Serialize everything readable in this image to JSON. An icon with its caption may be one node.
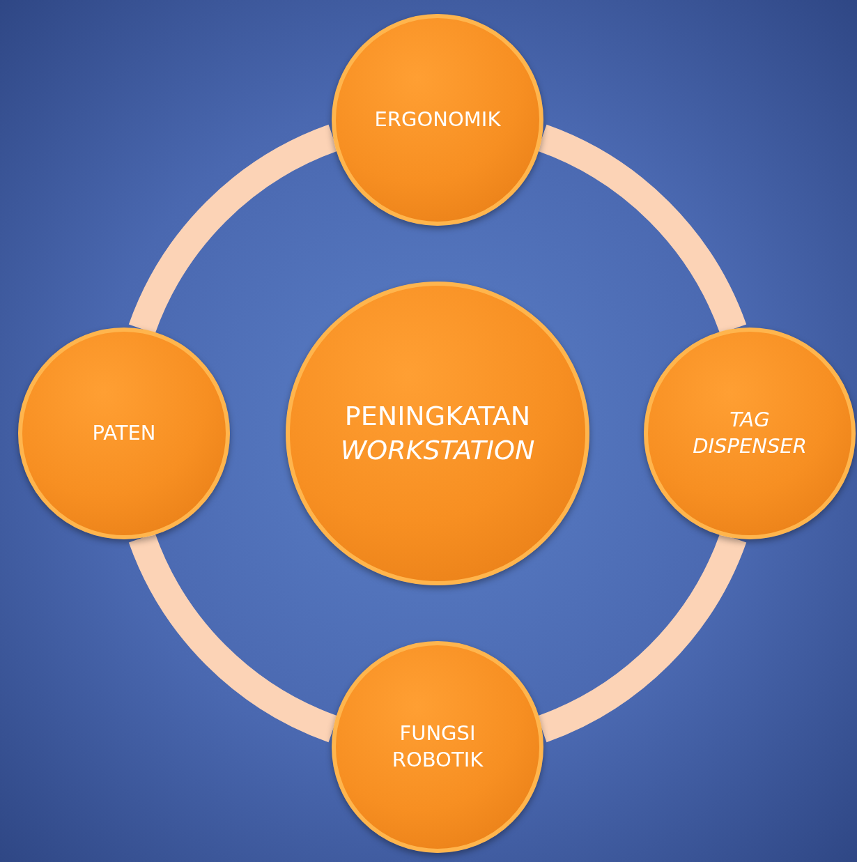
{
  "diagram": {
    "nodes": [
      {
        "text": [
          "ERGONOMIK"
        ]
      },
      {
        "text": [
          "PATEN"
        ]
      },
      {
        "text": [
          "PENINGKATAN *WORKSTATION*"
        ]
      },
      {
        "text": [
          "TAG DISPENSER"
        ]
      },
      {
        "text": [
          "FUNGSI ROBOTIK"
        ]
      }
    ],
    "edges": [
      {
        "from": 0,
        "to": 3,
        "arrow": "none"
      },
      {
        "from": 3,
        "to": 4,
        "arrow": "none"
      },
      {
        "from": 4,
        "to": 1,
        "arrow": "none"
      },
      {
        "from": 1,
        "to": 0,
        "arrow": "none"
      }
    ]
  }
}
